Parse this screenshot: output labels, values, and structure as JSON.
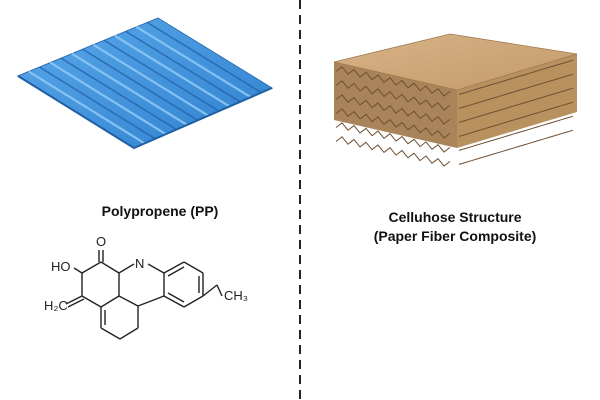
{
  "left_panel": {
    "title": "Polypropene (PP)",
    "sheet_color": "#3d8fdc",
    "molecule_labels": {
      "ketone_o": "O",
      "hydroxyl": "HO",
      "amine_n": "N",
      "methylene": "H₂C",
      "ethyl_ch3": "CH₃"
    }
  },
  "right_panel": {
    "title_line1": "Celluhose Structure",
    "title_line2": "(Paper Fiber Composite)",
    "cardboard_color": "#c8a073"
  },
  "divider": {
    "style": "dashed",
    "color": "#222222"
  }
}
